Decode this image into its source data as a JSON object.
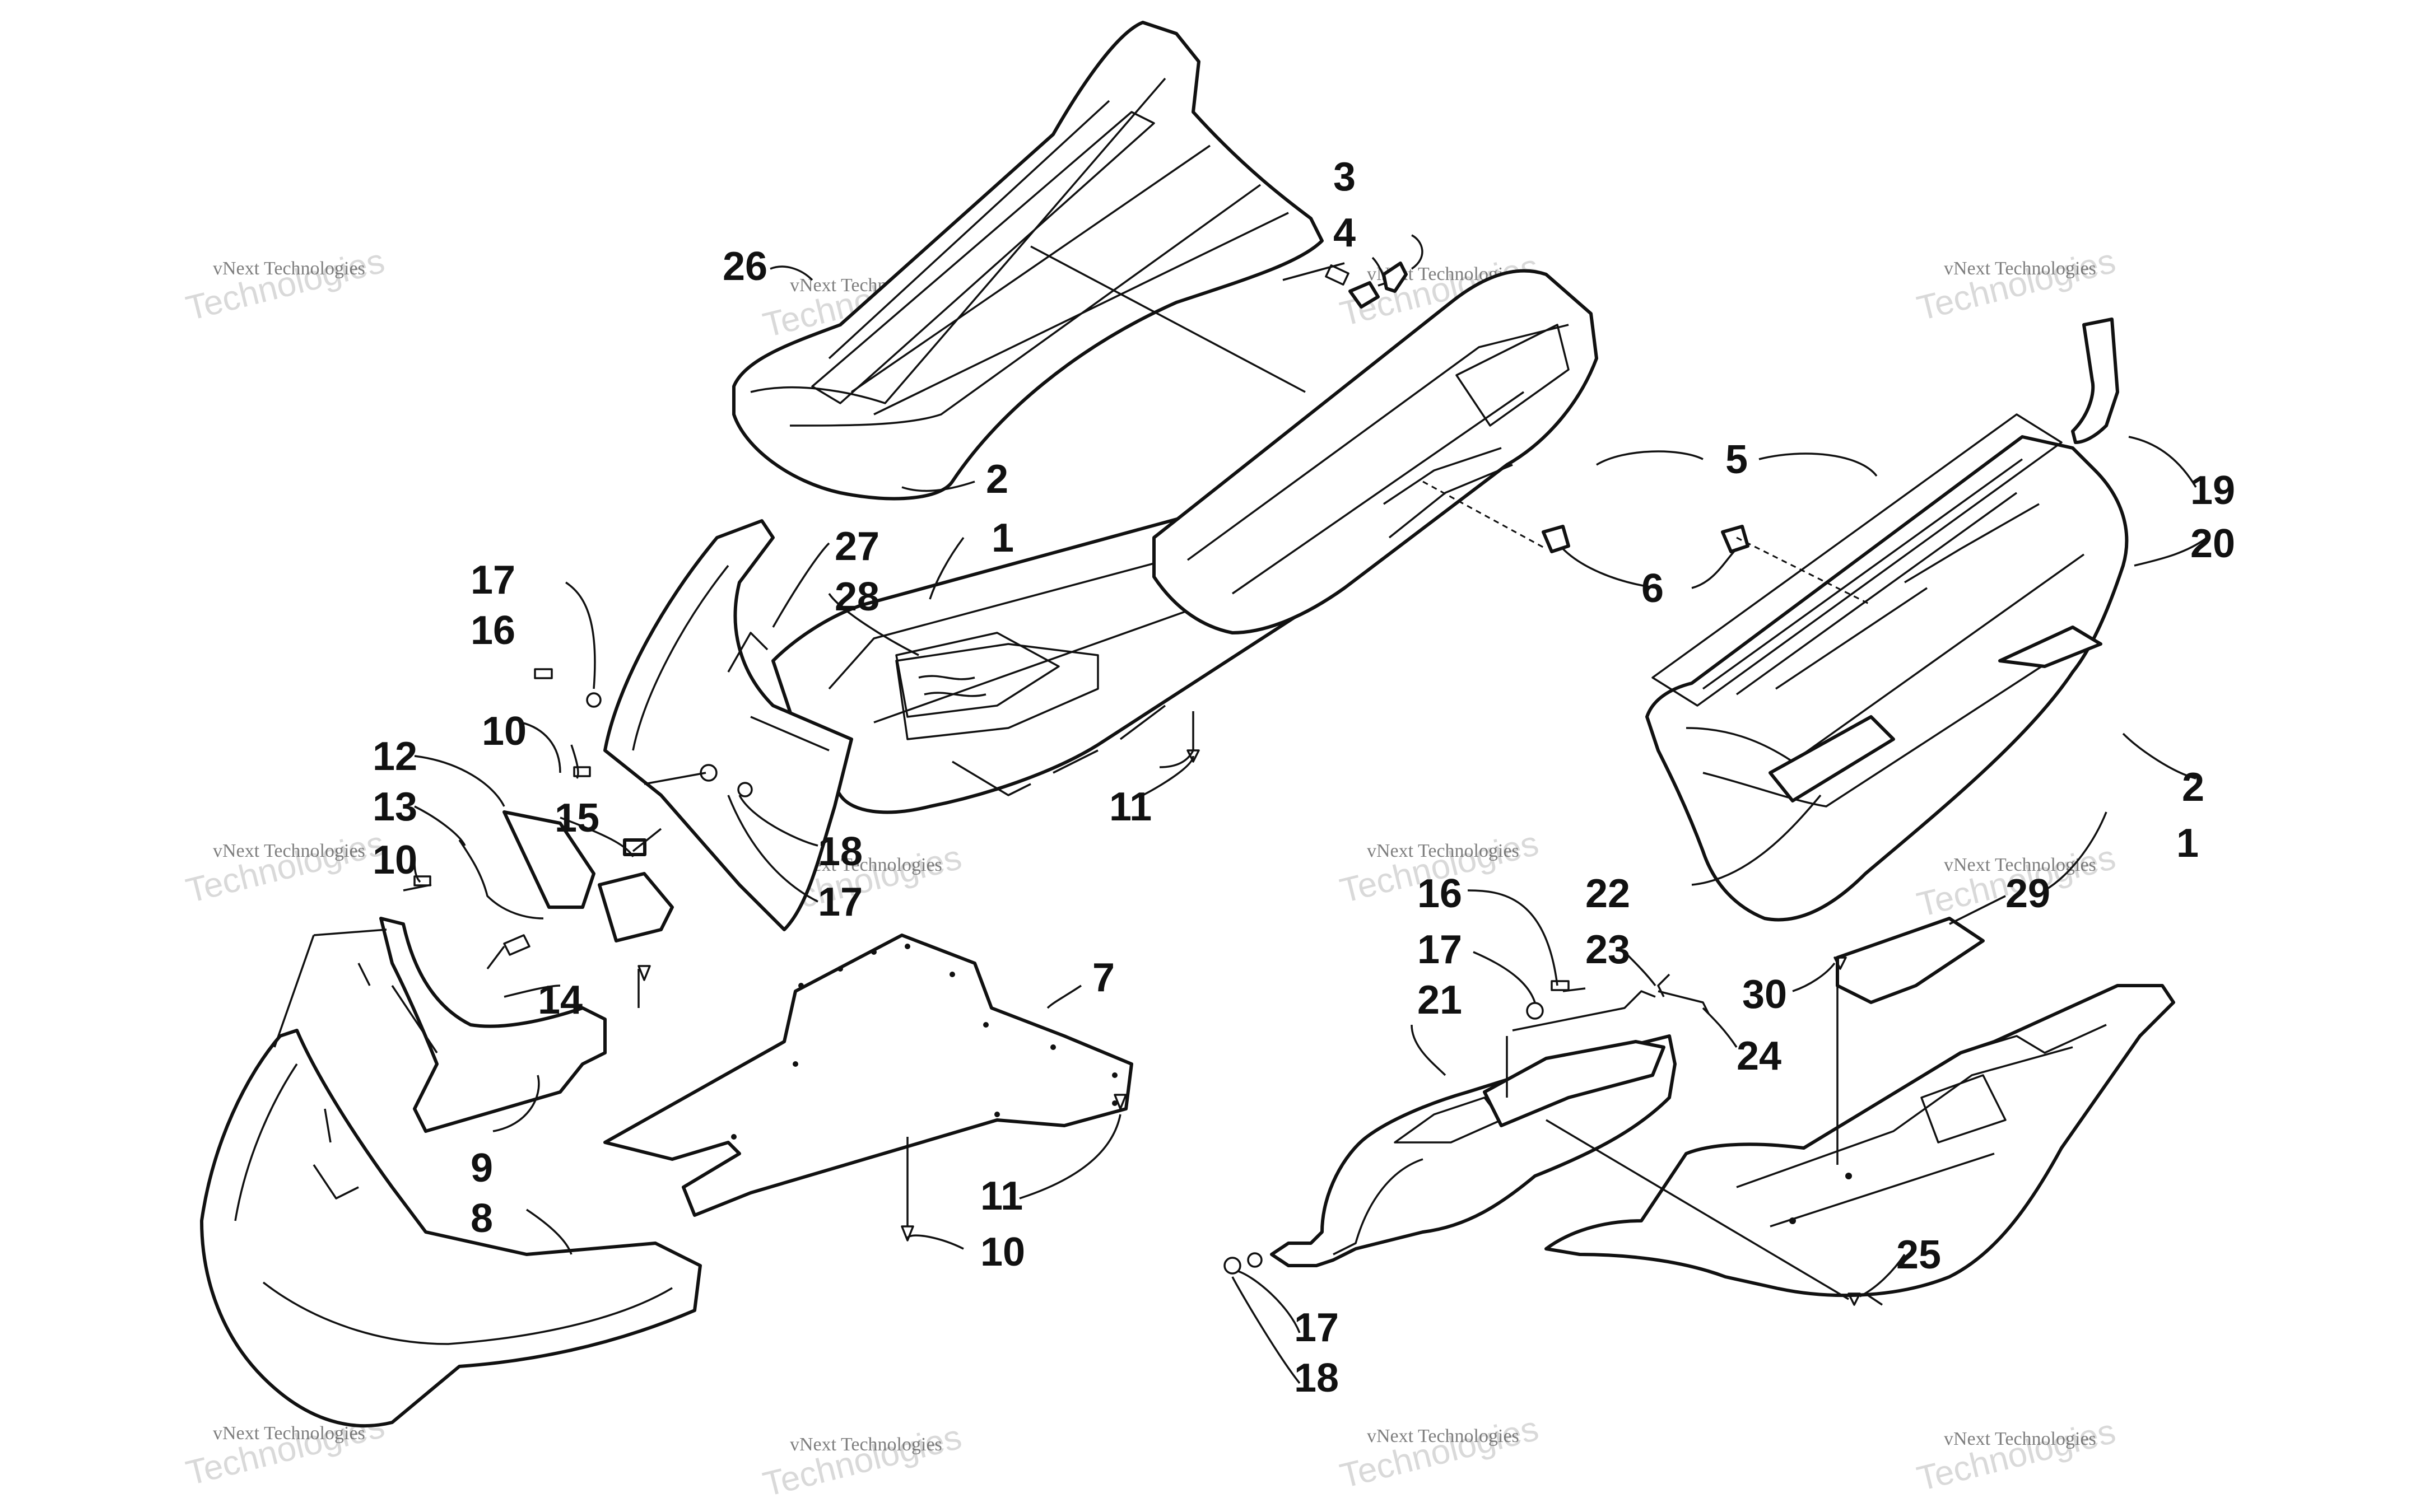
{
  "watermark": {
    "line1": "vNext Technologies",
    "line2": "Technologies"
  },
  "callouts": [
    {
      "id": "c1a",
      "label": "1"
    },
    {
      "id": "c1b",
      "label": "1"
    },
    {
      "id": "c2a",
      "label": "2"
    },
    {
      "id": "c2b",
      "label": "2"
    },
    {
      "id": "c3",
      "label": "3"
    },
    {
      "id": "c4",
      "label": "4"
    },
    {
      "id": "c5",
      "label": "5"
    },
    {
      "id": "c6",
      "label": "6"
    },
    {
      "id": "c7",
      "label": "7"
    },
    {
      "id": "c8",
      "label": "8"
    },
    {
      "id": "c9",
      "label": "9"
    },
    {
      "id": "c10a",
      "label": "10"
    },
    {
      "id": "c10b",
      "label": "10"
    },
    {
      "id": "c10c",
      "label": "10"
    },
    {
      "id": "c11a",
      "label": "11"
    },
    {
      "id": "c11b",
      "label": "11"
    },
    {
      "id": "c12",
      "label": "12"
    },
    {
      "id": "c13",
      "label": "13"
    },
    {
      "id": "c14",
      "label": "14"
    },
    {
      "id": "c15",
      "label": "15"
    },
    {
      "id": "c16a",
      "label": "16"
    },
    {
      "id": "c16b",
      "label": "16"
    },
    {
      "id": "c17a",
      "label": "17"
    },
    {
      "id": "c17b",
      "label": "17"
    },
    {
      "id": "c17c",
      "label": "17"
    },
    {
      "id": "c17d",
      "label": "17"
    },
    {
      "id": "c18a",
      "label": "18"
    },
    {
      "id": "c18b",
      "label": "18"
    },
    {
      "id": "c19",
      "label": "19"
    },
    {
      "id": "c20",
      "label": "20"
    },
    {
      "id": "c21",
      "label": "21"
    },
    {
      "id": "c22",
      "label": "22"
    },
    {
      "id": "c23",
      "label": "23"
    },
    {
      "id": "c24",
      "label": "24"
    },
    {
      "id": "c25",
      "label": "25"
    },
    {
      "id": "c26",
      "label": "26"
    },
    {
      "id": "c27",
      "label": "27"
    },
    {
      "id": "c28",
      "label": "28"
    },
    {
      "id": "c29",
      "label": "29"
    },
    {
      "id": "c30",
      "label": "30"
    }
  ]
}
